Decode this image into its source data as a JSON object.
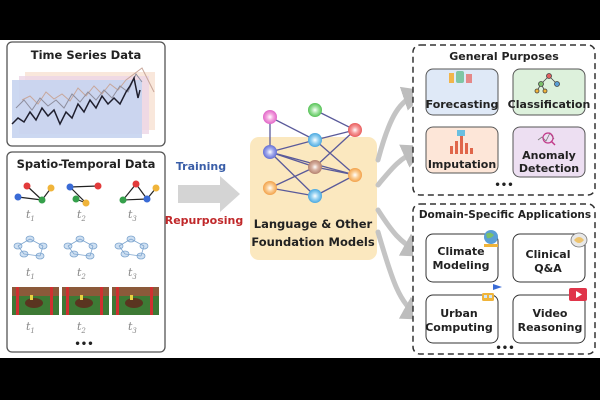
{
  "left": {
    "time_series_title": "Time Series Data",
    "spatio_title": "Spatio-Temporal Data",
    "time_labels": [
      "t",
      "t",
      "t"
    ],
    "time_subscripts": [
      "1",
      "2",
      "3"
    ],
    "more": "•••"
  },
  "middle": {
    "training_label": "Training",
    "repurposing_label": "Repurposing",
    "model_line1": "Language & Other",
    "model_line2": "Foundation Models"
  },
  "general": {
    "title": "General Purposes",
    "items": [
      "Forecasting",
      "Classification",
      "Imputation",
      "Anomaly",
      "Detection"
    ],
    "more": "•••"
  },
  "domain": {
    "title": "Domain-Specific Applications",
    "items": [
      {
        "line1": "Climate",
        "line2": "Modeling"
      },
      {
        "line1": "Clinical",
        "line2": "Q&A"
      },
      {
        "line1": "Urban",
        "line2": "Computing"
      },
      {
        "line1": "Video",
        "line2": "Reasoning"
      }
    ],
    "more": "•••"
  },
  "colors": {
    "training": "#3a5ea8",
    "repurposing": "#c0282a",
    "model_bg": "#fbe8bf",
    "forecast_bg": "#dfe9f7",
    "classif_bg": "#ddf1dc",
    "imput_bg": "#fde6d8",
    "anomaly_bg": "#eddff2"
  }
}
